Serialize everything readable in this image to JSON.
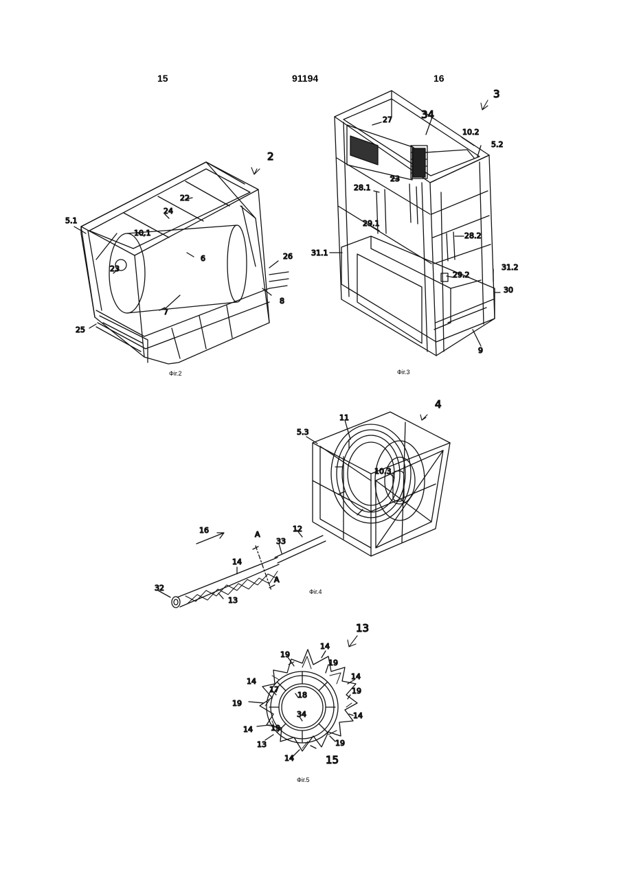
{
  "header": {
    "left_page": "15",
    "patent_number": "91194",
    "right_page": "16"
  },
  "figures": [
    {
      "caption": "Фіг.2",
      "ref": "2",
      "labels": [
        "5.1",
        "10.1",
        "22",
        "24",
        "6",
        "23",
        "26",
        "8",
        "7",
        "25"
      ]
    },
    {
      "caption": "Фіг.3",
      "ref": "3",
      "labels": [
        "27",
        "34",
        "10.2",
        "5.2",
        "28.1",
        "23",
        "29.1",
        "28.2",
        "31.1",
        "31.2",
        "29.2",
        "30",
        "9"
      ]
    },
    {
      "caption": "Фіг.4",
      "ref": "4",
      "labels": [
        "11",
        "5.3",
        "10.3",
        "16",
        "A",
        "A",
        "12",
        "33",
        "14",
        "32",
        "13"
      ]
    },
    {
      "caption": "Фіг.5",
      "ref": "13",
      "labels": [
        "19",
        "14",
        "19",
        "14",
        "14",
        "19",
        "18",
        "17",
        "19",
        "34",
        "14",
        "14",
        "19",
        "13",
        "19",
        "14",
        "15"
      ]
    }
  ]
}
